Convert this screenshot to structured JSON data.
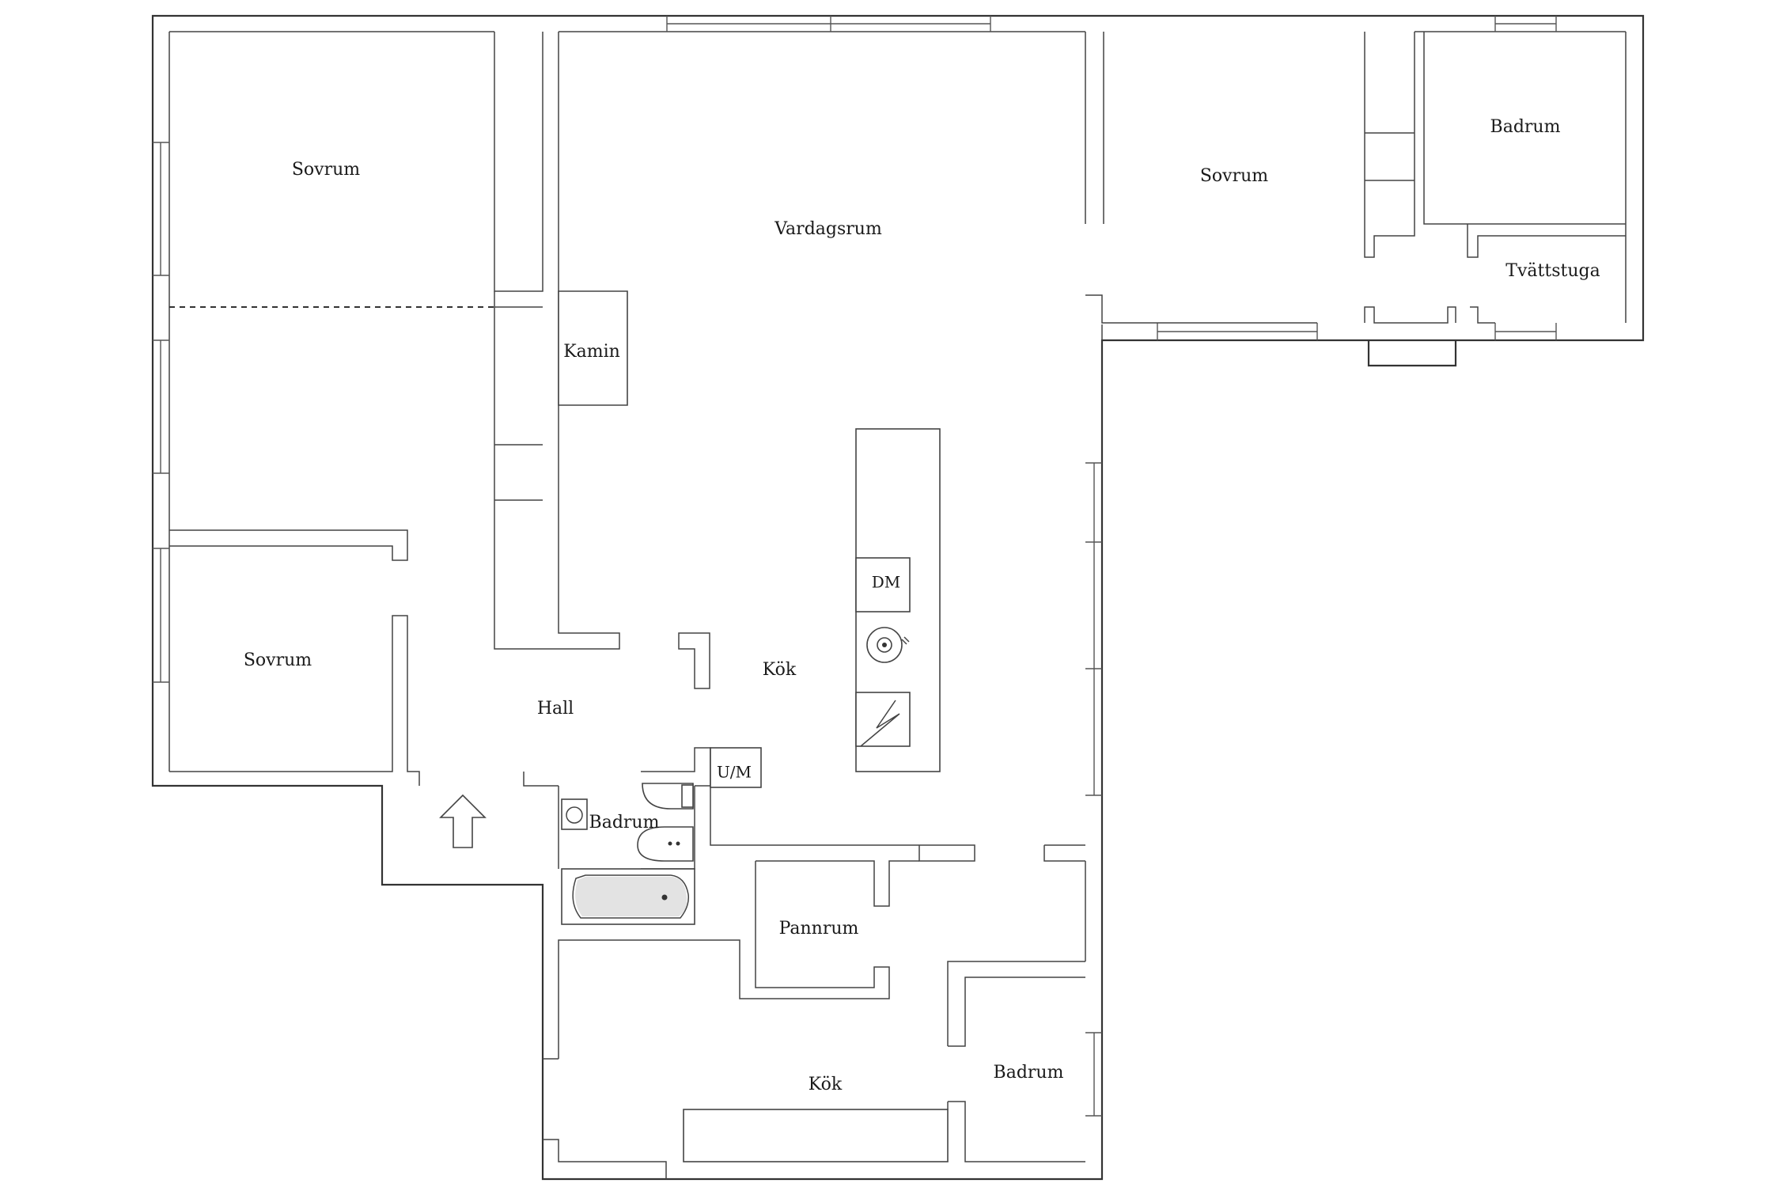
{
  "rooms": {
    "sovrum_top_left": "Sovrum",
    "sovrum_bottom_left": "Sovrum",
    "vardagsrum": "Vardagsrum",
    "kamin": "Kamin",
    "sovrum_right": "Sovrum",
    "badrum_top_right": "Badrum",
    "tvattstuga": "Tvättstuga",
    "dm": "DM",
    "kok_main": "Kök",
    "hall": "Hall",
    "um": "U/M",
    "badrum_center": "Badrum",
    "pannrum": "Pannrum",
    "kok_bottom": "Kök",
    "badrum_bottom": "Badrum"
  }
}
